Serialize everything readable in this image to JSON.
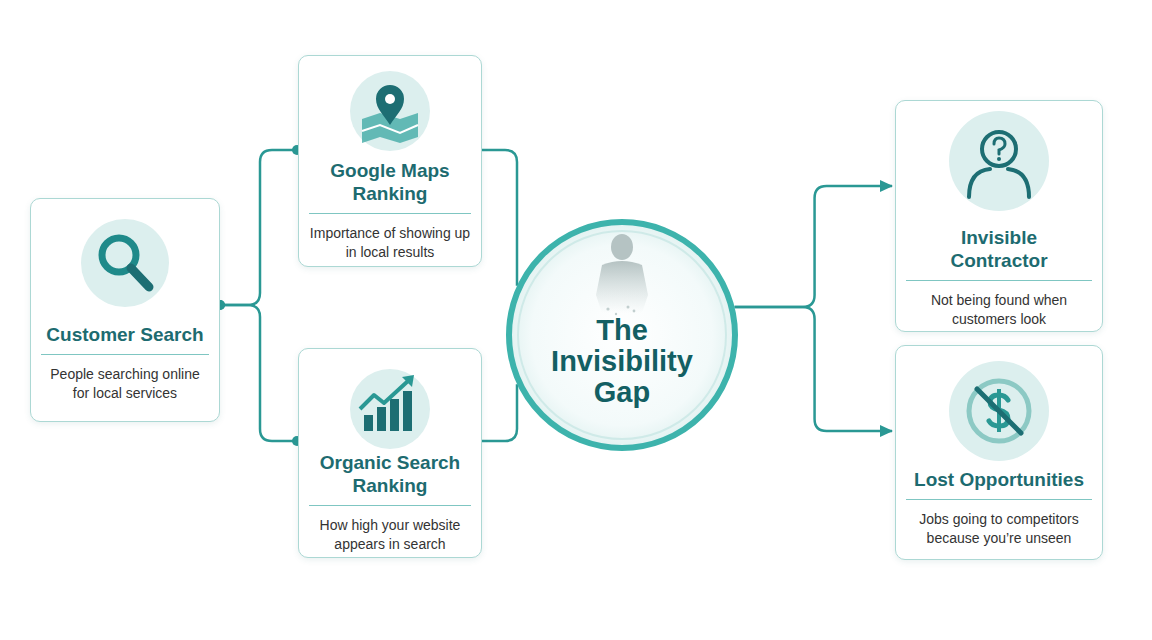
{
  "diagram": {
    "nodes": [
      {
        "text": [
          "Customer Search",
          "People searching online for local services"
        ]
      },
      {
        "text": [
          "Google Maps Ranking",
          "Importance of showing up in local results"
        ]
      },
      {
        "text": [
          "Organic Search Ranking",
          "How high your website appears in search"
        ]
      },
      {
        "text": [
          "The Invisibility Gap"
        ]
      },
      {
        "text": [
          "Invisible Contractor",
          "Not being found when customers look"
        ]
      },
      {
        "text": [
          "Lost Opportunities",
          "Jobs going to competitors because you’re unseen"
        ]
      }
    ],
    "edges": [
      {
        "from": 0,
        "to": 1,
        "arrow": "none"
      },
      {
        "from": 0,
        "to": 2,
        "arrow": "none"
      },
      {
        "from": 1,
        "to": 3,
        "arrow": "none"
      },
      {
        "from": 2,
        "to": 3,
        "arrow": "none"
      },
      {
        "from": 3,
        "to": 4,
        "arrow": "to"
      },
      {
        "from": 3,
        "to": 5,
        "arrow": "to"
      }
    ]
  }
}
